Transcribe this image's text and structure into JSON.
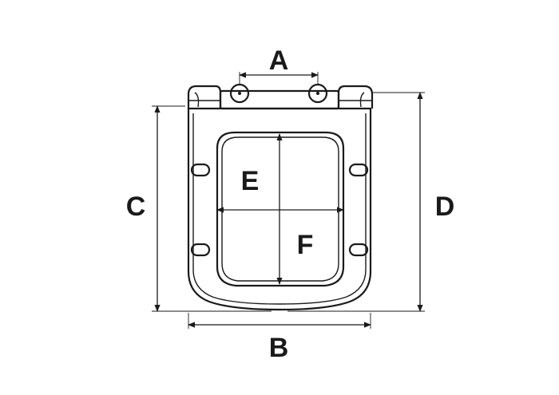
{
  "diagram": {
    "labels": {
      "a": "A",
      "b": "B",
      "c": "C",
      "d": "D",
      "e": "E",
      "f": "F"
    },
    "colors": {
      "line": "#1a1a1a",
      "background": "#ffffff"
    }
  }
}
